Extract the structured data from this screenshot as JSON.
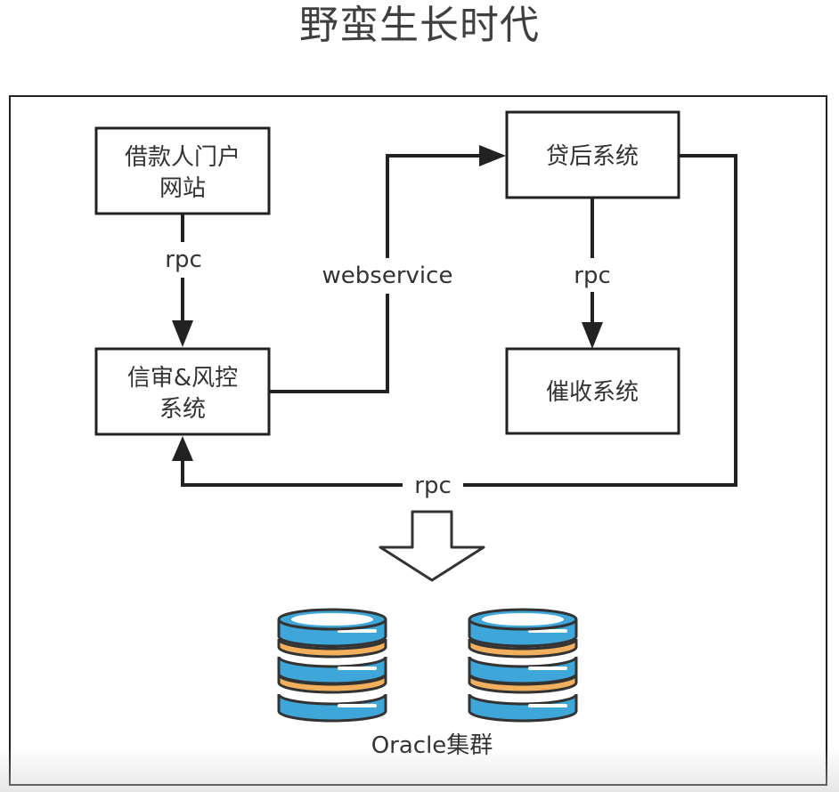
{
  "title": "野蛮生长时代",
  "nodes": {
    "portal": {
      "line1": "借款人门户",
      "line2": "网站"
    },
    "risk": {
      "line1": "信审&风控",
      "line2": "系统"
    },
    "post_loan": {
      "label": "贷后系统"
    },
    "collection": {
      "label": "催收系统"
    }
  },
  "edges": {
    "portal_to_risk": "rpc",
    "risk_to_post_loan": "webservice",
    "post_loan_to_collection": "rpc",
    "post_loan_to_risk": "rpc"
  },
  "database": {
    "label": "Oracle集群"
  },
  "colors": {
    "db_blue": "#3ea6d8",
    "db_orange": "#f2b05e",
    "db_outline": "#333333",
    "db_slot": "#ffffff"
  }
}
